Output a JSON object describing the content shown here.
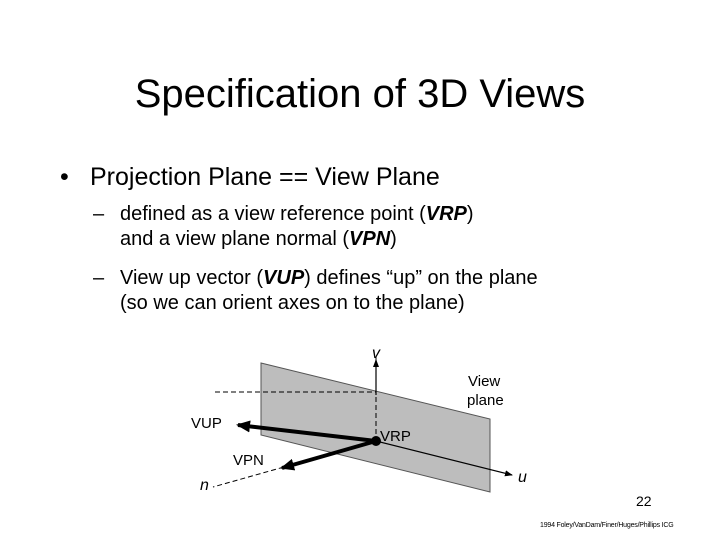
{
  "title": "Specification of 3D Views",
  "bullet": "Projection Plane == View Plane",
  "sub1": {
    "line1_a": "defined as a view reference point (",
    "line1_em": "VRP",
    "line1_b": ")",
    "line2_a": "and a view plane normal (",
    "line2_em": "VPN",
    "line2_b": ")"
  },
  "sub2": {
    "line1_a": "View up vector (",
    "line1_em": "VUP",
    "line1_b": ") defines “up” on the plane",
    "line2": "(so we can orient axes on to the plane)"
  },
  "diagram": {
    "label_v": "v",
    "label_view": "View",
    "label_plane": "plane",
    "label_vup": "VUP",
    "label_vrp": "VRP",
    "label_vpn": "VPN",
    "label_n": "n",
    "label_u": "u"
  },
  "page_number": "22",
  "credit": "1994 Foley/VanDam/Finer/Huges/Phillips ICG"
}
